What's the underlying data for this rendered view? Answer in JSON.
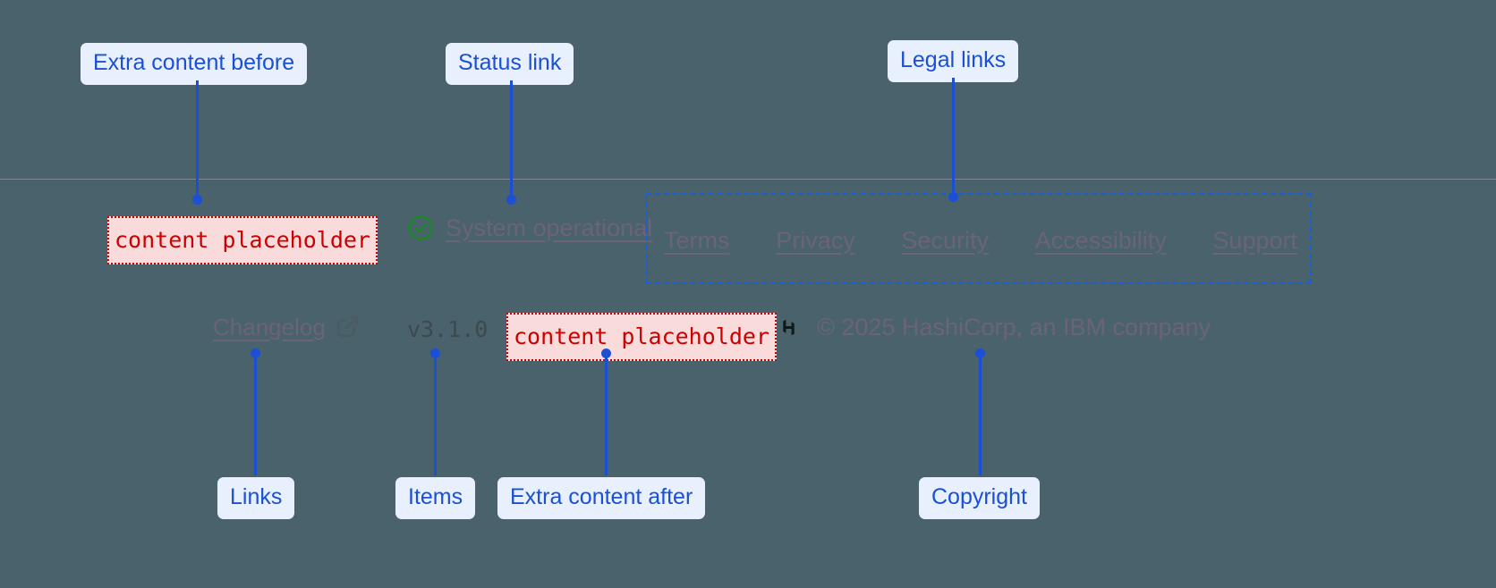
{
  "annotations": [
    {
      "id": "extra-before",
      "label": "Extra content before"
    },
    {
      "id": "status-link",
      "label": "Status link"
    },
    {
      "id": "legal-links",
      "label": "Legal links"
    },
    {
      "id": "links",
      "label": "Links"
    },
    {
      "id": "items",
      "label": "Items"
    },
    {
      "id": "extra-after",
      "label": "Extra content after"
    },
    {
      "id": "copyright",
      "label": "Copyright"
    }
  ],
  "footer": {
    "placeholder_before": "content placeholder",
    "placeholder_after": "content placeholder",
    "status": {
      "icon": "check-circle-icon",
      "label": "System operational"
    },
    "legal_links": [
      {
        "label": "Terms"
      },
      {
        "label": "Privacy"
      },
      {
        "label": "Security"
      },
      {
        "label": "Accessibility"
      },
      {
        "label": "Support"
      }
    ],
    "changelog": {
      "label": "Changelog",
      "icon": "external-link-icon"
    },
    "version": "v3.1.0",
    "copyright": {
      "logo": "hashicorp-logo",
      "text": "© 2025 HashiCorp, an IBM company"
    }
  },
  "colors": {
    "background": "#4a626b",
    "annotation_blue": "#1a4fd6",
    "annotation_pill_bg": "#e8f0fe",
    "placeholder_red": "#cc0000",
    "placeholder_bg": "#fadbdb",
    "link_gray": "#6b6379",
    "status_green": "#1a8a26"
  }
}
